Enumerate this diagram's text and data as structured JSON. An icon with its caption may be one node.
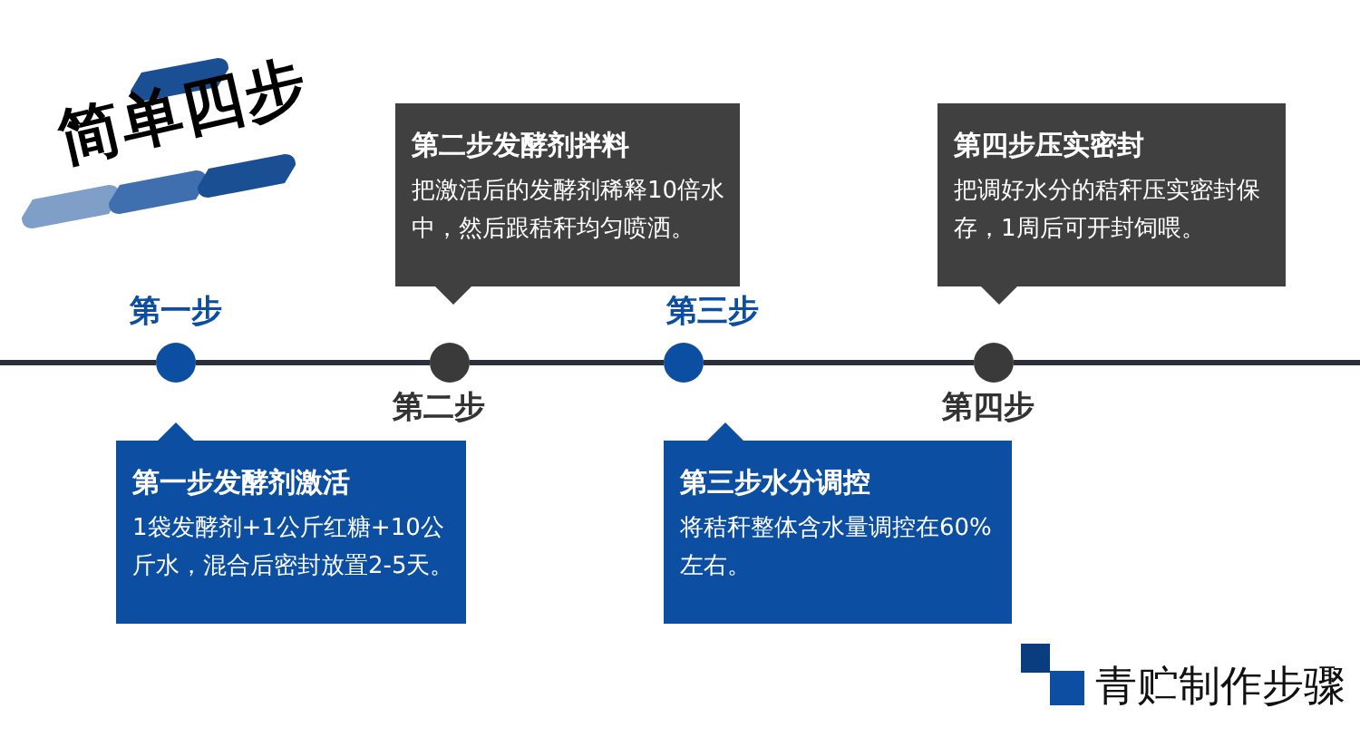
{
  "diagram": {
    "title": "简单四步",
    "nodes": [
      {
        "text": [
          "第二步发酵剂拌料",
          "把激活后的发酵剂稀释10倍水中，然后跟秸秆均匀喷洒。"
        ]
      },
      {
        "text": [
          "第四步压实密封",
          "把调好水分的秸秆压实密封保存，1周后可开封饲喂。"
        ]
      },
      {
        "text": [],
        "shape": "circle",
        "beside": [
          "第一步"
        ]
      },
      {
        "text": [],
        "shape": "circle",
        "beside": [
          "第二步"
        ]
      },
      {
        "text": [],
        "shape": "circle",
        "beside": [
          "第三步"
        ]
      },
      {
        "text": [],
        "shape": "circle",
        "beside": [
          "第四步"
        ]
      },
      {
        "text": [
          "第一步发酵剂激活",
          "1袋发酵剂+1公斤红糖+10公斤水，混合后密封放置2-5天。"
        ]
      },
      {
        "text": [
          "第三步水分调控",
          "将秸秆整体含水量调控在60%左右。"
        ]
      }
    ],
    "edges": [
      {
        "from": 2,
        "to": 3,
        "arrow": "none"
      },
      {
        "from": 3,
        "to": 4,
        "arrow": "none"
      },
      {
        "from": 4,
        "to": 5,
        "arrow": "none"
      }
    ],
    "labels": [
      "青贮制作步骤"
    ]
  }
}
